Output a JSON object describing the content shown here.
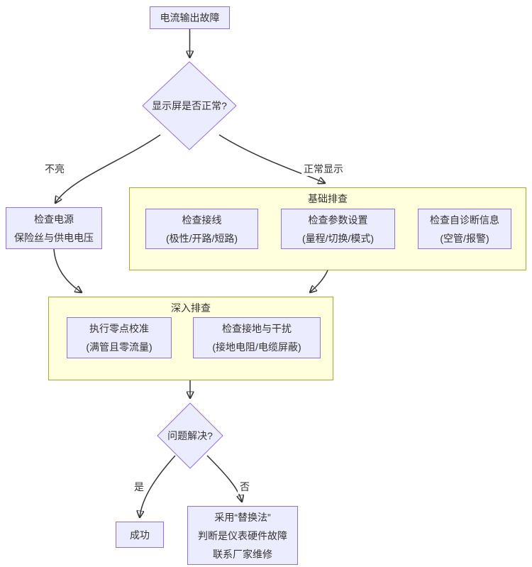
{
  "colors": {
    "node_fill": "#ECECFF",
    "node_border": "#9370DB",
    "group_fill": "#FFFFDE",
    "group_border": "#AAAA33",
    "edge": "#333333",
    "text": "#333333"
  },
  "nodes": {
    "start": {
      "label": "电流输出故障"
    },
    "display_check": {
      "label": "显示屏是否正常?"
    },
    "check_power": {
      "lines": [
        "检查电源",
        "保险丝与供电电压"
      ]
    },
    "check_wiring": {
      "lines": [
        "检查接线",
        "(极性/开路/短路)"
      ]
    },
    "check_params": {
      "lines": [
        "检查参数设置",
        "(量程/切换/模式)"
      ]
    },
    "check_selfdiag": {
      "lines": [
        "检查自诊断信息",
        "(空管/报警)"
      ]
    },
    "zero_calibration": {
      "lines": [
        "执行零点校准",
        "(满管且零流量)"
      ]
    },
    "check_grounding": {
      "lines": [
        "检查接地与干扰",
        "(接地电阻/电缆屏蔽)"
      ]
    },
    "problem_solved": {
      "label": "问题解决?"
    },
    "success": {
      "label": "成功"
    },
    "replacement": {
      "lines": [
        "采用“替换法”",
        "判断是仪表硬件故障",
        "联系厂家维修"
      ]
    }
  },
  "groups": {
    "basic": {
      "title": "基础排查"
    },
    "deep": {
      "title": "深入排查"
    }
  },
  "edge_labels": {
    "not_lit": "不亮",
    "normal_display": "正常显示",
    "yes": "是",
    "no": "否"
  }
}
